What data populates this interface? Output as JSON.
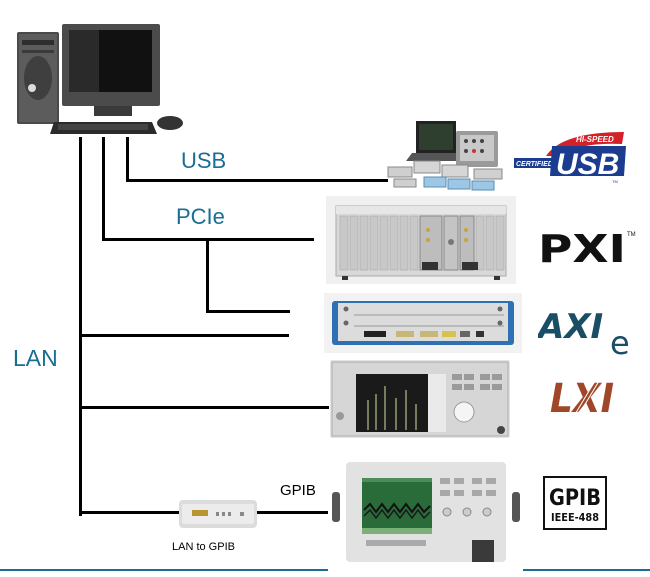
{
  "diagram": {
    "connections": {
      "usb": {
        "label": "USB"
      },
      "pcie": {
        "label": "PCIe"
      },
      "lan": {
        "label": "LAN"
      },
      "gpib": {
        "label": "GPIB"
      }
    },
    "devices": {
      "pc": {
        "name": "Desktop PC"
      },
      "usb_instruments": {
        "name": "USB instruments"
      },
      "pxi_chassis": {
        "name": "PXI chassis"
      },
      "axie_chassis": {
        "name": "AXIe chassis"
      },
      "lxi_analyzer": {
        "name": "Spectrum analyzer"
      },
      "lan_gpib_adapter": {
        "name": "LAN to GPIB adapter",
        "label": "LAN to GPIB"
      },
      "oscilloscope": {
        "name": "Oscilloscope"
      }
    },
    "logos": {
      "usb": {
        "top": "HI-SPEED",
        "left": "CERTIFIED",
        "main": "USB",
        "tm": "TM"
      },
      "pxi": {
        "text": "PXI",
        "tm": "TM"
      },
      "axie": {
        "main": "AXI",
        "sub": "e"
      },
      "lxi": {
        "text": "LXI"
      },
      "gpib": {
        "main": "GPIB",
        "sub": "IEEE-488"
      }
    },
    "colors": {
      "label_blue": "#1a6e93",
      "usb_blue": "#1b3c8f",
      "usb_red": "#d42027",
      "axie_teal": "#1a4e66",
      "lxi_brown": "#a0472a"
    }
  }
}
